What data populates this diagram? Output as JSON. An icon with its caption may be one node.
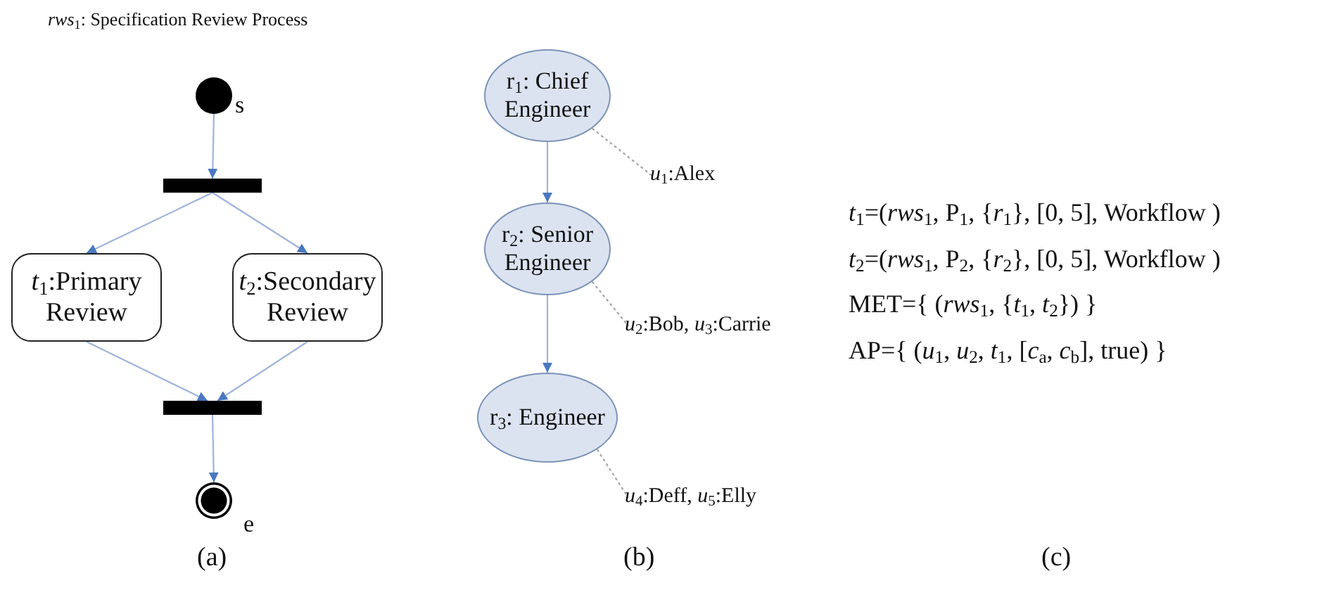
{
  "diagram": {
    "title": "*rws*$_{1}$:  Specification Review Process",
    "nodes": [
      {
        "text": [],
        "shape": "circle",
        "beside": [
          "s"
        ]
      },
      {
        "text": [],
        "shape": "bar"
      },
      {
        "text": [
          "*t*$_{1}$:Primary Review"
        ]
      },
      {
        "text": [
          "*t*$_{2}$:Secondary Review"
        ]
      },
      {
        "text": [],
        "shape": "bar"
      },
      {
        "text": [],
        "shape": "circle",
        "beside": [
          "e"
        ]
      },
      {
        "text": [
          "r$_{1}$: Chief Engineer"
        ]
      },
      {
        "text": [
          "r$_{2}$: Senior Engineer"
        ]
      },
      {
        "text": [
          "r$_{3}$: Engineer"
        ]
      },
      {
        "text": [
          "*u*$_{1}$:Alex"
        ]
      },
      {
        "text": [
          "*u*$_{2}$:Bob, *u*$_{3}$:Carrie"
        ]
      },
      {
        "text": [
          "*u*$_{4}$:Deff, *u*$_{5}$:Elly"
        ]
      }
    ],
    "edges": [
      {
        "from": 0,
        "to": 1,
        "arrow": "to"
      },
      {
        "from": 1,
        "to": 2,
        "arrow": "to"
      },
      {
        "from": 1,
        "to": 3,
        "arrow": "to"
      },
      {
        "from": 2,
        "to": 4,
        "arrow": "to"
      },
      {
        "from": 3,
        "to": 4,
        "arrow": "to"
      },
      {
        "from": 4,
        "to": 5,
        "arrow": "to"
      },
      {
        "from": 6,
        "to": 7,
        "arrow": "to"
      },
      {
        "from": 7,
        "to": 8,
        "arrow": "to"
      },
      {
        "from": 6,
        "to": 9,
        "arrow": "none",
        "style": "dashed",
        "color": "#a6a6a6"
      },
      {
        "from": 7,
        "to": 10,
        "arrow": "none",
        "style": "dashed",
        "color": "#a6a6a6"
      },
      {
        "from": 8,
        "to": 11,
        "arrow": "none",
        "style": "dashed",
        "color": "#a6a6a6"
      }
    ],
    "labels": [
      "(a)",
      "(b)",
      "(c)",
      "*t*$_{1}$=(*rws*$_{1}$, P$_{1}$, {*r*$_{1}$}, [0, 5], Workflow )",
      "*t*$_{2}$=(*rws*$_{1}$, P$_{2}$, {*r*$_{2}$}, [0, 5], Workflow )",
      "MET={ (*rws*$_{1}$, {*t*$_{1}$, *t*$_{2}$}) }",
      "AP={ (*u*$_{1}$, *u*$_{2}$, *t*$_{1}$, [*c*$_{a}$, *c*$_{b}$], true) }"
    ]
  }
}
